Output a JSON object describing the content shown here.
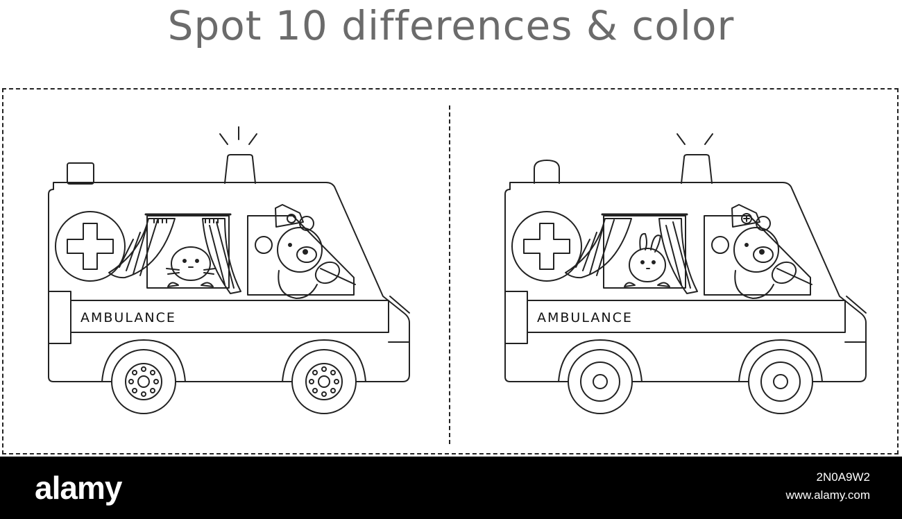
{
  "title": "Spot 10 differences & color",
  "panels": [
    {
      "label": "AMBULANCE"
    },
    {
      "label": "AMBULANCE"
    }
  ],
  "footer": {
    "brand": "alamy",
    "image_id": "2N0A9W2",
    "site": "www.alamy.com"
  },
  "colors": {
    "title": "#6b6b6b",
    "line": "#222222",
    "footer_bg": "#000000"
  }
}
